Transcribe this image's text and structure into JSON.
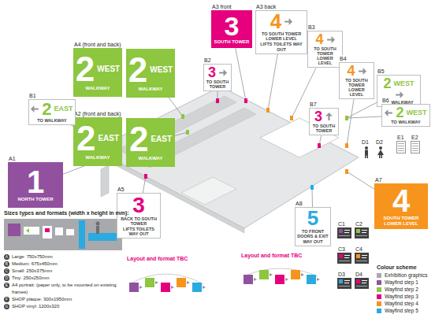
{
  "diagram": {
    "nodes": [
      {
        "text": [
          "A4 (front and back)",
          "2",
          "WEST",
          "WALKWAY"
        ]
      },
      {
        "text": [
          "2",
          "WEST",
          "WALKWAY"
        ]
      },
      {
        "text": [
          "A2 (front and back)",
          "2",
          "EAST",
          "WALKWAY"
        ]
      },
      {
        "text": [
          "2",
          "EAST",
          "WALKWAY"
        ]
      },
      {
        "text": [
          "A3 front",
          "3",
          "SOUTH TOWER"
        ]
      },
      {
        "text": [
          "A3 back",
          "4",
          "TO SOUTH TOWER LOWER LEVEL",
          "LIFTS TOILETS WAY OUT"
        ]
      },
      {
        "text": [
          "B1",
          "2",
          "EAST",
          "TO WALKWAY"
        ]
      },
      {
        "text": [
          "B2",
          "3",
          "TO SOUTH TOWER"
        ]
      },
      {
        "text": [
          "B3",
          "4",
          "TO SOUTH TOWER LOWER LEVEL"
        ]
      },
      {
        "text": [
          "B4",
          "4",
          "TO SOUTH TOWER LOWER LEVEL"
        ]
      },
      {
        "text": [
          "B5",
          "2",
          "WEST",
          "TO WALKWAY"
        ]
      },
      {
        "text": [
          "B6",
          "2",
          "WEST",
          "TO WALKWAY"
        ]
      },
      {
        "text": [
          "B7",
          "3",
          "TO SOUTH TOWER"
        ]
      },
      {
        "text": [
          "E1"
        ]
      },
      {
        "text": [
          "E2"
        ]
      },
      {
        "text": [
          "D1"
        ]
      },
      {
        "text": [
          "D2"
        ]
      },
      {
        "text": [
          "A1",
          "1",
          "NORTH TOWER"
        ]
      },
      {
        "text": [
          "A7",
          "4",
          "SOUTH TOWER LOWER LEVEL"
        ]
      },
      {
        "text": [
          "A5",
          "3",
          "BACK TO SOUTH TOWER",
          "LIFTS TOILETS WAY OUT"
        ]
      },
      {
        "text": [
          "A8",
          "5",
          "TO FRONT DOORS & EXIT",
          "WAY OUT"
        ]
      },
      {
        "text": [
          "C1"
        ]
      },
      {
        "text": [
          "C2"
        ]
      },
      {
        "text": [
          "C3"
        ]
      },
      {
        "text": [
          "C4"
        ]
      },
      {
        "text": [
          "D3"
        ]
      },
      {
        "text": [
          "D4"
        ]
      },
      {
        "text": [
          "Layout and format TBC"
        ]
      },
      {
        "text": [
          "Layout and format TBC"
        ]
      }
    ],
    "labels": [
      "Sizes types and formats (width x height in mm):",
      "A",
      "Large: 750x750mm",
      "B",
      "Medium: 675x450mm",
      "C",
      "Small: 250x375mm",
      "D",
      "Tiny: 250x250mm",
      "E",
      "A4 portrait: (paper only, to be mounted on existing frames)",
      "F",
      "SHOP plaque: 300x1950mm",
      "G",
      "SHOP vinyl: 1200x320",
      "Colour scheme"
    ],
    "legend": [
      {
        "text": "Exhibition graphics",
        "color": "#a7a9ac"
      },
      {
        "text": "Wayfind step 1",
        "color": "#92519e"
      },
      {
        "text": "Wayfind step 2",
        "color": "#8dc63f"
      },
      {
        "text": "Wayfind step 3",
        "color": "#e6007e"
      },
      {
        "text": "Wayfind step 4",
        "color": "#f7941d"
      },
      {
        "text": "Wayfind step 5",
        "color": "#29abe2"
      }
    ]
  }
}
